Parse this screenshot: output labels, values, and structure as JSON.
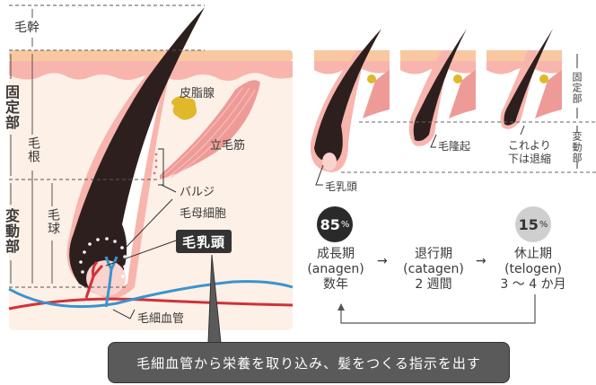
{
  "main_diagram": {
    "labels": {
      "hair_shaft": "毛幹",
      "hair_root": "毛根",
      "hair_bulb": "毛球",
      "fixed_part": "固定部",
      "variable_part": "変動部",
      "sebaceous_gland": "皮脂腺",
      "arrector_pili": "立毛筋",
      "bulge": "バルジ",
      "matrix_cells": "毛母細胞",
      "dermal_papilla": "毛乳頭",
      "capillaries": "毛細血管"
    },
    "callout": "毛細血管から栄養を取り込み、髪をつくる指示を出す"
  },
  "cycle_diagram": {
    "labels": {
      "dermal_papilla": "毛乳頭",
      "hair_bulge": "毛隆起",
      "shrink_note_line1": "これより",
      "shrink_note_line2": "下は退縮",
      "fixed_part": "固定部",
      "variable_part": "変動部"
    },
    "stages": [
      {
        "name": "成長期",
        "latin": "(anagen)",
        "duration": "数年",
        "percent": "85",
        "unit": "%"
      },
      {
        "name": "退行期",
        "latin": "(catagen)",
        "duration": "2 週間"
      },
      {
        "name": "休止期",
        "latin": "(telogen)",
        "duration": "3 ～ 4 か月",
        "percent": "15",
        "unit": "%"
      }
    ],
    "arrow": "→"
  },
  "colors": {
    "skin_top": "#f9c8a0",
    "epidermis": "#f7b5ae",
    "dermis": "#fdf0e6",
    "hair": "#2e1f1f",
    "sebaceous": "#e0b82a",
    "muscle": "#ee9b98",
    "artery": "#d0313a",
    "vein": "#3a93cf",
    "callout_bg": "#5a5a5a",
    "label_box": "#333333"
  }
}
